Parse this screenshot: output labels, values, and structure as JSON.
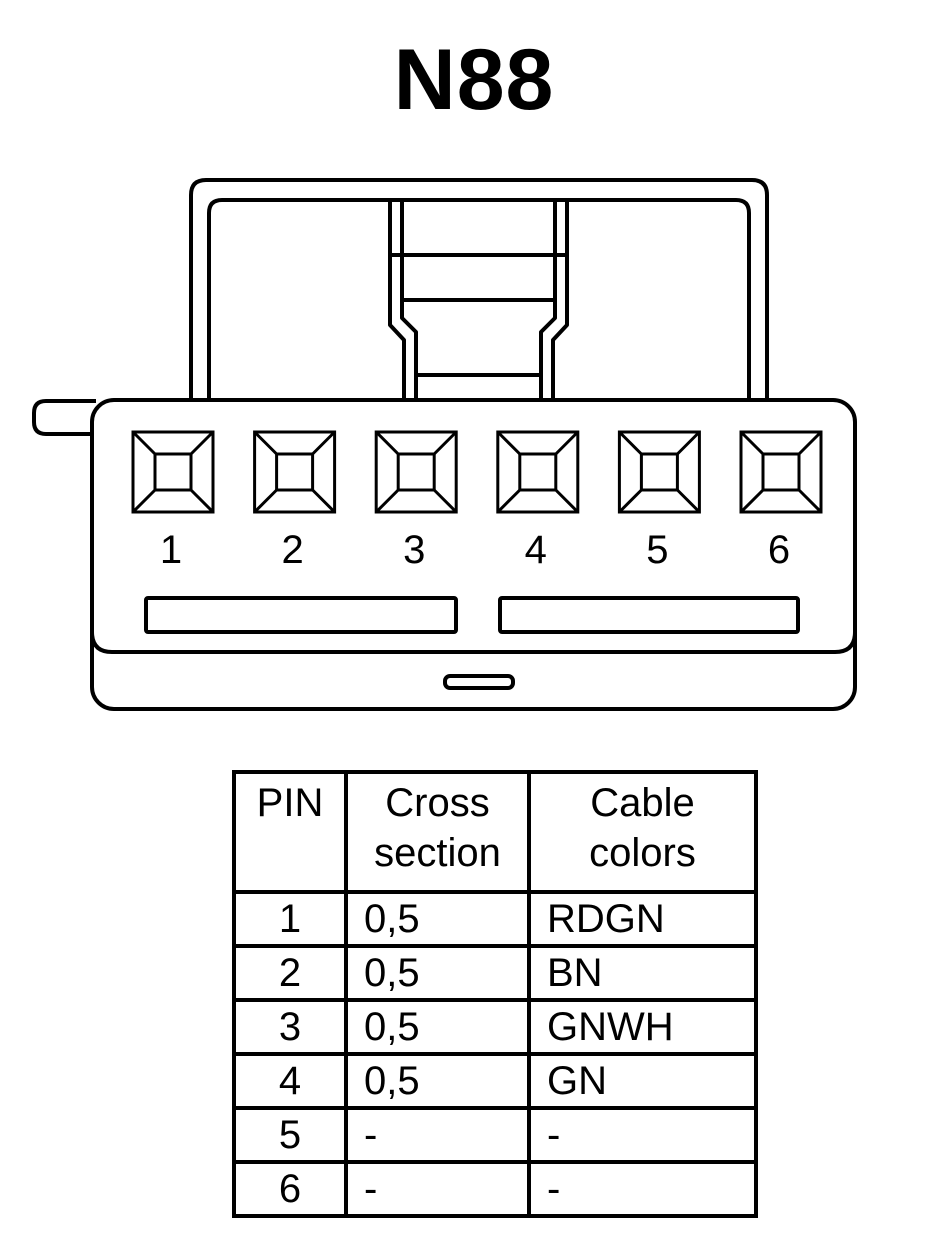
{
  "title": "N88",
  "pin_labels": [
    "1",
    "2",
    "3",
    "4",
    "5",
    "6"
  ],
  "table": {
    "headers": {
      "pin": "PIN",
      "cross_section": [
        "Cross",
        "section"
      ],
      "cable_colors": [
        "Cable",
        "colors"
      ]
    },
    "rows": [
      {
        "pin": "1",
        "cross_section": "0,5",
        "color": "RDGN"
      },
      {
        "pin": "2",
        "cross_section": "0,5",
        "color": "BN"
      },
      {
        "pin": "3",
        "cross_section": "0,5",
        "color": "GNWH"
      },
      {
        "pin": "4",
        "cross_section": "0,5",
        "color": "GN"
      },
      {
        "pin": "5",
        "cross_section": "-",
        "color": "-"
      },
      {
        "pin": "6",
        "cross_section": "-",
        "color": "-"
      }
    ]
  }
}
